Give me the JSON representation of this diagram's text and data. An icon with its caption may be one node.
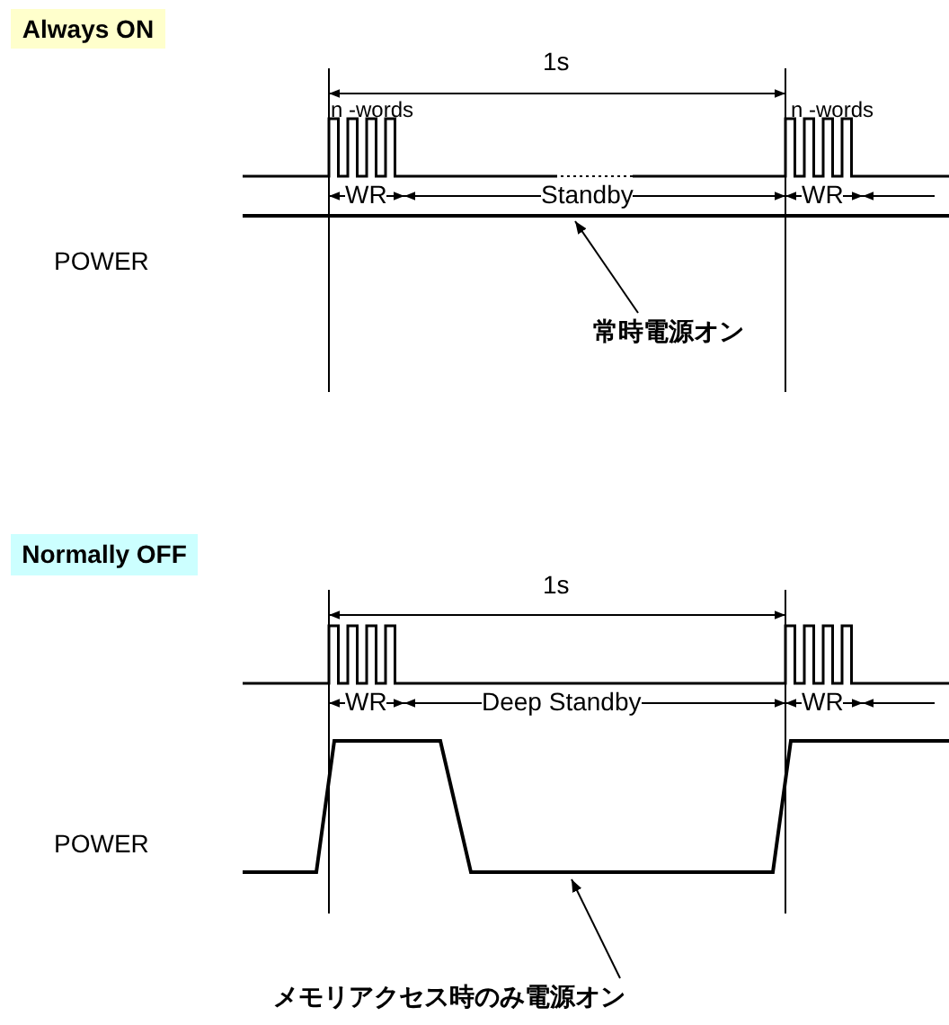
{
  "diagram": {
    "nodes": [
      {
        "text": [
          "Always ON"
        ]
      },
      {
        "text": [
          "常時電源オン"
        ]
      },
      {
        "text": [],
        "shape": "line"
      },
      {
        "text": [
          "Normally OFF"
        ]
      },
      {
        "text": [
          "メモリアクセス時のみ電源オン"
        ]
      },
      {
        "text": [],
        "shape": "line"
      }
    ],
    "edges": [
      {
        "from": 1,
        "to": 2,
        "arrow": "to"
      },
      {
        "from": 4,
        "to": 5,
        "arrow": "to"
      }
    ],
    "labels": [
      "1s",
      "n -words",
      "n -words",
      "WR",
      "Standby",
      "WR",
      "POWER",
      "1s",
      "WR",
      "Deep Standby",
      "WR",
      "POWER"
    ]
  }
}
